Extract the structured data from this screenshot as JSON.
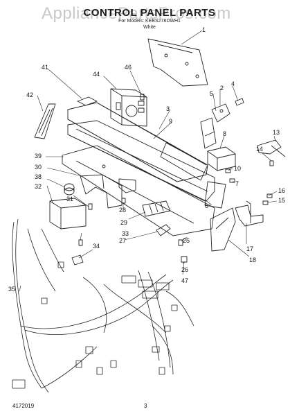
{
  "watermark": "AppliancePartsPros.com",
  "title": "CONTROL PANEL PARTS",
  "subtitle": "For Models: KEBS278DWH1",
  "subtitle2": "White",
  "footer": {
    "doc_number": "4172019",
    "page_number": "3"
  },
  "callouts": [
    "1",
    "2",
    "3",
    "4",
    "5",
    "7",
    "8",
    "9",
    "10",
    "13",
    "14",
    "15",
    "16",
    "17",
    "18",
    "25",
    "26",
    "27",
    "28",
    "29",
    "30",
    "31",
    "32",
    "33",
    "34",
    "35",
    "38",
    "39",
    "41",
    "42",
    "44",
    "46",
    "47",
    "6"
  ],
  "colors": {
    "line": "#222222",
    "watermark": "#c8c8c8"
  }
}
